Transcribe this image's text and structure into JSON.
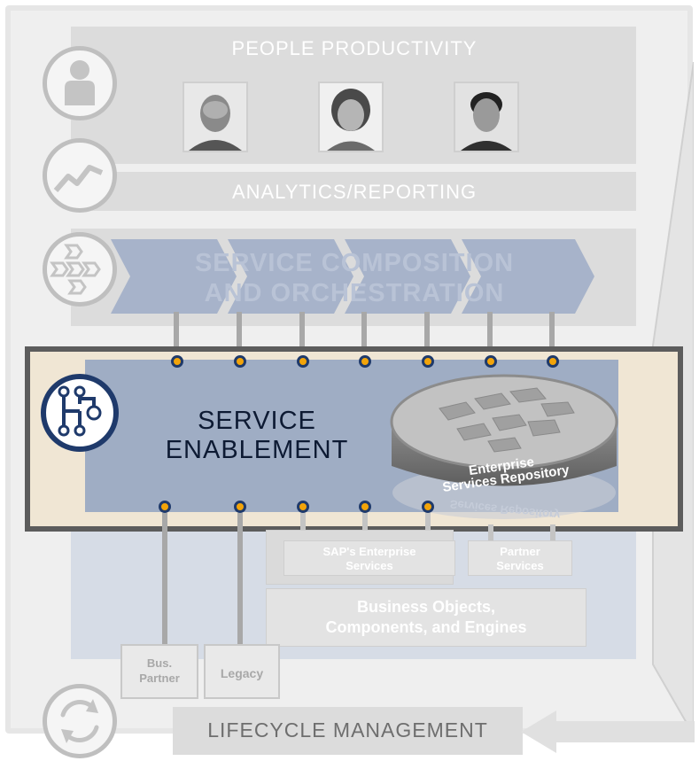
{
  "layers": {
    "people_productivity": "PEOPLE PRODUCTIVITY",
    "analytics_reporting": "ANALYTICS/REPORTING",
    "composition_line1": "SERVICE COMPOSITION",
    "composition_line2": "AND ORCHESTRATION",
    "enablement_line1": "SERVICE",
    "enablement_line2": "ENABLEMENT",
    "lifecycle": "LIFECYCLE MANAGEMENT"
  },
  "repository": {
    "line1": "Enterprise",
    "line2": "Services Repository",
    "reflection": "Services Repository"
  },
  "backend": {
    "sap_services_line1": "SAP's Enterprise",
    "sap_services_line2": "Services",
    "partner_services_line1": "Partner",
    "partner_services_line2": "Services",
    "business_objects_line1": "Business Objects,",
    "business_objects_line2": "Components, and Engines"
  },
  "systems": {
    "bus_partner_line1": "Bus.",
    "bus_partner_line2": "Partner",
    "legacy": "Legacy"
  },
  "icons": [
    "person-icon",
    "trend-chart-icon",
    "process-flow-icon",
    "network-nodes-icon",
    "refresh-cycle-icon"
  ],
  "colors": {
    "band": "#dcdcdc",
    "chevron": "#a7b3ca",
    "enablement_fill": "#9fadc4",
    "enablement_frame": "#f0e6d4",
    "connector_dot": "#f2a40a",
    "connector_ring": "#1f3a6b"
  }
}
